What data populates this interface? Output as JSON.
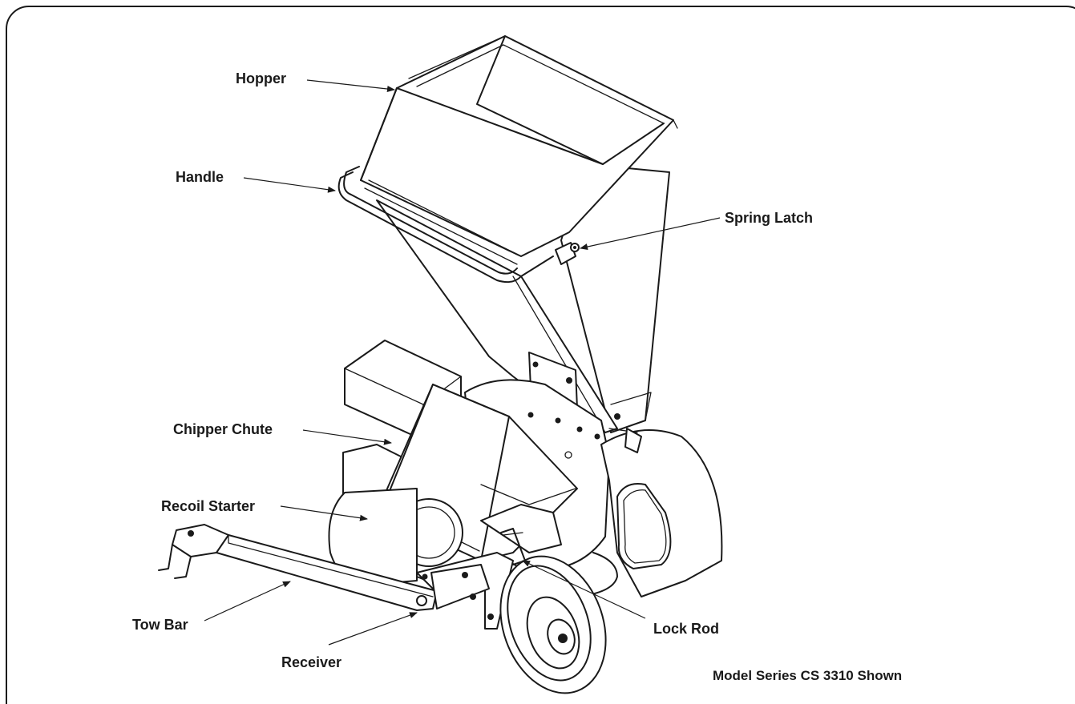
{
  "callouts": {
    "hopper": "Hopper",
    "handle": "Handle",
    "spring_latch": "Spring Latch",
    "chipper_chute": "Chipper Chute",
    "recoil_starter": "Recoil Starter",
    "tow_bar": "Tow Bar",
    "receiver": "Receiver",
    "lock_rod": "Lock Rod"
  },
  "caption": "Model Series CS 3310 Shown"
}
